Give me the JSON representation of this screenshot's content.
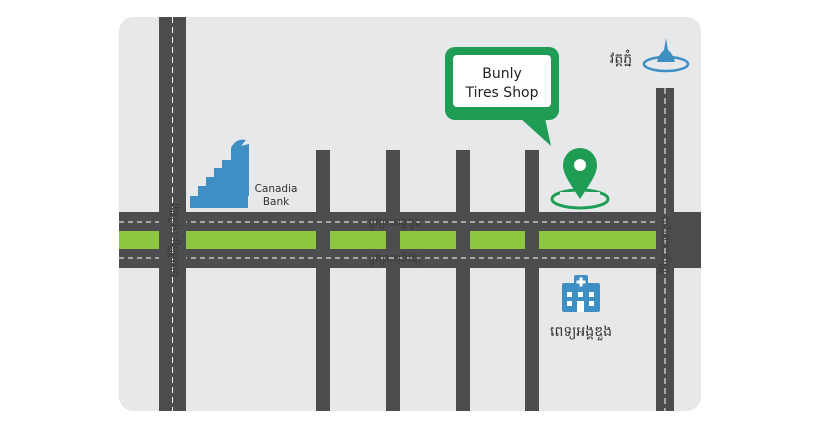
{
  "shop": {
    "line1": "Bunly",
    "line2": "Tires Shop"
  },
  "landmarks": {
    "bank": {
      "line1": "Canadia",
      "line2": "Bank"
    },
    "pagoda": "វត្តភ្នំ",
    "hospital": "ពេទ្យអង្គឌួង"
  },
  "streets": {
    "north_side": "ផ្លូវព្រះអង្គឌួង",
    "south_side": "ផ្លូវព្រះមុនីវង្ស",
    "west_boulevard": "មហាវិថីព្រះមុនីវង្ស",
    "east_avenue": "វិថីព្រះនរោត្តម"
  },
  "colors": {
    "background": "#e7e8ea",
    "road": "#4d4d4f",
    "median": "#8dc63f",
    "shop_green": "#1f9d55",
    "shop_green_light": "#38b26a",
    "landmark_blue": "#3d8fc4"
  },
  "icons": {
    "pin": "map-pin-icon",
    "bank": "bank-building-icon",
    "pagoda": "pagoda-icon",
    "hospital": "hospital-icon"
  }
}
